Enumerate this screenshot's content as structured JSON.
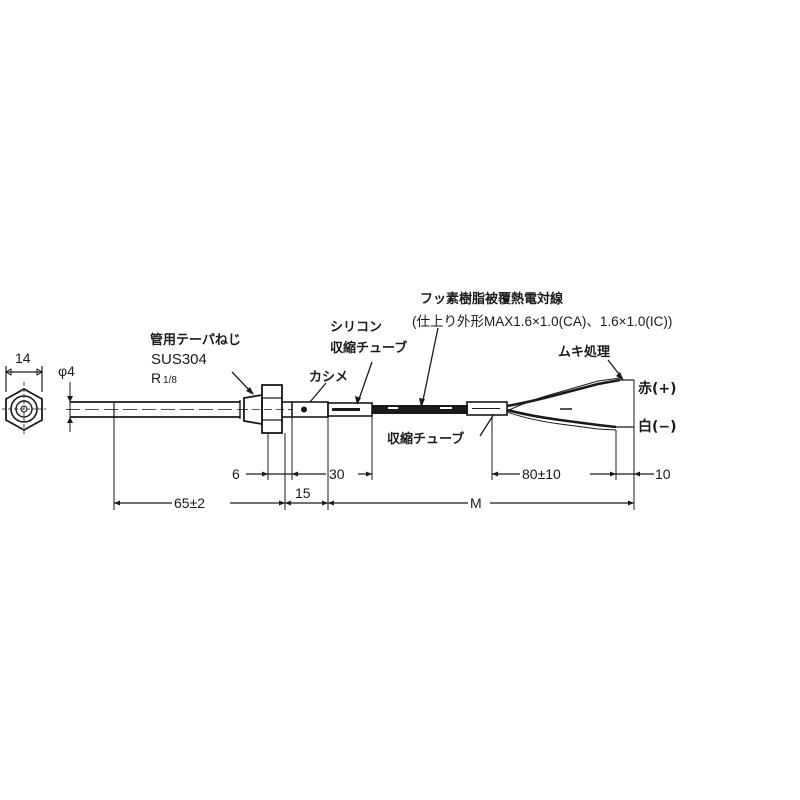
{
  "diagram": {
    "type": "technical-drawing",
    "subject": "sheathed thermocouple with taper pipe thread fitting",
    "hex_view": {
      "width_dim": "14",
      "diameter_dim": "φ4"
    },
    "labels": {
      "thread": "管用テーパねじ",
      "material": "SUS304",
      "thread_size_r": "R",
      "thread_size_frac": "1/8",
      "crimp": "カシメ",
      "silicone_line1": "シリコン",
      "silicone_line2": "収縮チューブ",
      "wire_line1": "フッ素樹脂被覆熱電対線",
      "wire_line2": "(仕上り外形MAX1.6×1.0(CA)、1.6×1.0(IC))",
      "strip": "ムキ処理",
      "red_lead": "赤(+)",
      "white_lead": "白(−)",
      "shrink_tube": "収縮チューブ"
    },
    "dimensions": {
      "d6": "6",
      "d15": "15",
      "d30": "30",
      "d65": "65±2",
      "dM": "M",
      "d80": "80±10",
      "d10": "10"
    }
  }
}
